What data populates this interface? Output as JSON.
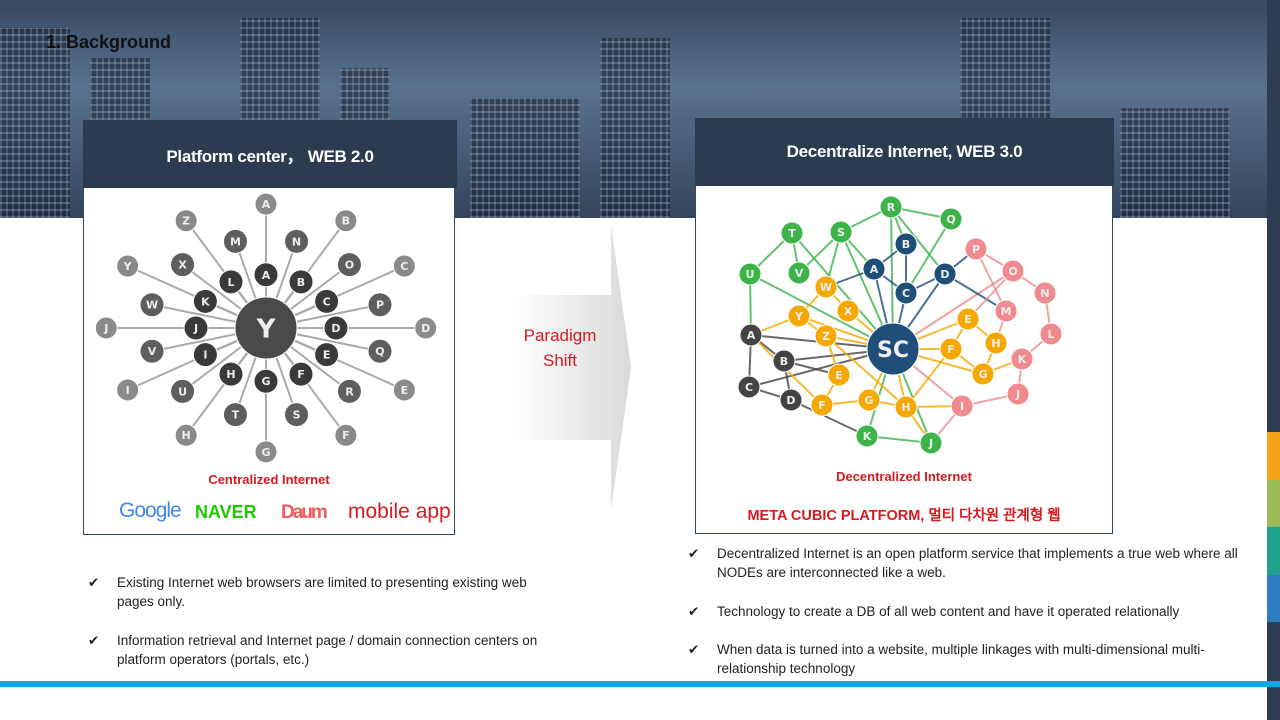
{
  "slide_title": "1. Background",
  "left": {
    "header": "Platform center， WEB 2.0",
    "caption": "Centralized Internet",
    "logos": {
      "google": "Google",
      "naver": "NAVER",
      "daum": "Daum",
      "mobile": "mobile app"
    },
    "diagram": {
      "center": "Y",
      "inner": [
        "A",
        "B",
        "C",
        "D",
        "E",
        "F",
        "G",
        "H",
        "I",
        "J",
        "K",
        "L"
      ],
      "middle": [
        "N",
        "O",
        "P",
        "Q",
        "R",
        "S",
        "T",
        "U",
        "V",
        "W",
        "X",
        "M"
      ],
      "outer": [
        "A",
        "B",
        "C",
        "D",
        "E",
        "F",
        "G",
        "H",
        "I",
        "J",
        "Y",
        "Z"
      ]
    }
  },
  "arrow": {
    "line1": "Paradigm",
    "line2": "Shift"
  },
  "right": {
    "header": "Decentralize Internet,  WEB 3.0",
    "caption": "Decentralized Internet",
    "subcaption": "META CUBIC PLATFORM,  멀티 다차원 관계형 웹",
    "diagram": {
      "center": "SC",
      "nodes": [
        "R",
        "Q",
        "S",
        "T",
        "B",
        "A",
        "D",
        "U",
        "V",
        "P",
        "O",
        "W",
        "C",
        "N",
        "M",
        "X",
        "Y",
        "E",
        "Z",
        "L",
        "A",
        "H",
        "F",
        "B",
        "K",
        "G",
        "E",
        "C",
        "J",
        "D",
        "F",
        "G",
        "H",
        "I",
        "K",
        "J"
      ]
    },
    "colors": {
      "green": "#3cb44a",
      "navy": "#1f4e79",
      "yellow": "#f5a800",
      "pink": "#f08a8f",
      "gray": "#444444"
    }
  },
  "left_bullets": [
    "Existing Internet web browsers are limited to presenting existing web pages only.",
    "Information retrieval and Internet page / domain connection centers on platform operators (portals, etc.)"
  ],
  "right_bullets": [
    "Decentralized Internet is an open platform service that implements a true web where all NODEs are interconnected like a web.",
    "Technology to create a DB of all web content and have it operated relationally",
    "When data is turned into a website, multiple linkages with multi-dimensional multi-relationship technology"
  ],
  "check_icon": "✔",
  "accent_colors": [
    "#f5a21b",
    "#9bbb59",
    "#1fa38f",
    "#2e7dc1"
  ]
}
